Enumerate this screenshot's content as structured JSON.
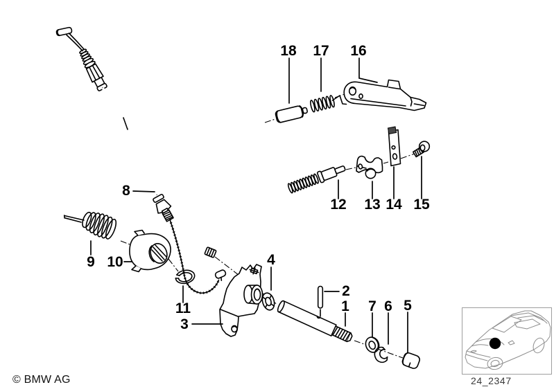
{
  "part_labels": {
    "p1": "1",
    "p2": "2",
    "p3": "3",
    "p4": "4",
    "p5": "5",
    "p6": "6",
    "p7": "7",
    "p8": "8",
    "p9": "9",
    "p10": "10",
    "p11": "11",
    "p12": "12",
    "p13": "13",
    "p14": "14",
    "p15": "15",
    "p16": "16",
    "p17": "17",
    "p18": "18"
  },
  "footer": {
    "copyright": "© BMW AG"
  },
  "reference_box": {
    "code": "24_2347"
  },
  "colors": {
    "ink": "#000000",
    "background": "#ffffff",
    "car_outline": "#8d8d8d",
    "box_border": "#9e9e9e",
    "highlight_dot": "#000000"
  }
}
